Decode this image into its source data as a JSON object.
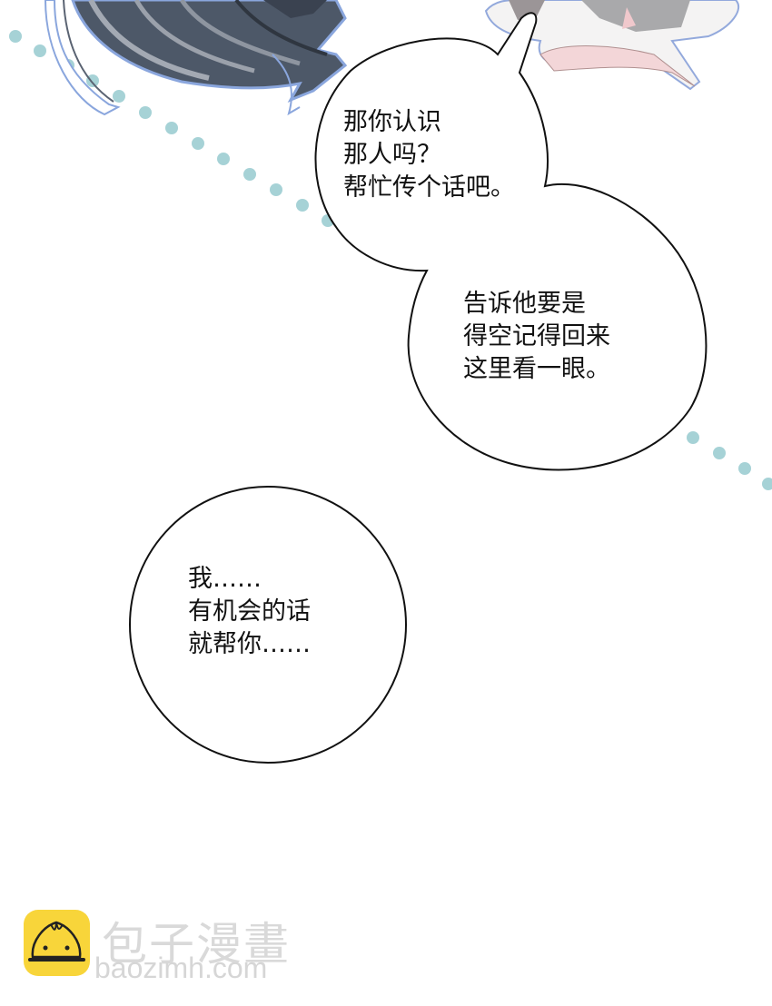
{
  "panel": {
    "background": "#ffffff",
    "dot_color": "#a8d3d8",
    "outline_color": "#7f9fd8"
  },
  "bubbles": [
    {
      "id": "bubble-1",
      "lines": [
        "那你认识",
        "那人吗？",
        "帮忙传个话吧。"
      ],
      "text": "那你认识\n那人吗？\n帮忙传个话吧。"
    },
    {
      "id": "bubble-2",
      "lines": [
        "告诉他要是",
        "得空记得回来",
        "这里看一眼。"
      ],
      "text": "告诉他要是\n得空记得回来\n这里看一眼。"
    },
    {
      "id": "bubble-3",
      "lines": [
        "我……",
        "有机会的话",
        "就帮你……"
      ],
      "text": "我……\n有机会的话\n就帮你……"
    }
  ],
  "watermark": {
    "title": "包子漫畫",
    "url": "baozimh.com",
    "icon": "bun-mascot-icon",
    "icon_color": "#f8d53a"
  }
}
